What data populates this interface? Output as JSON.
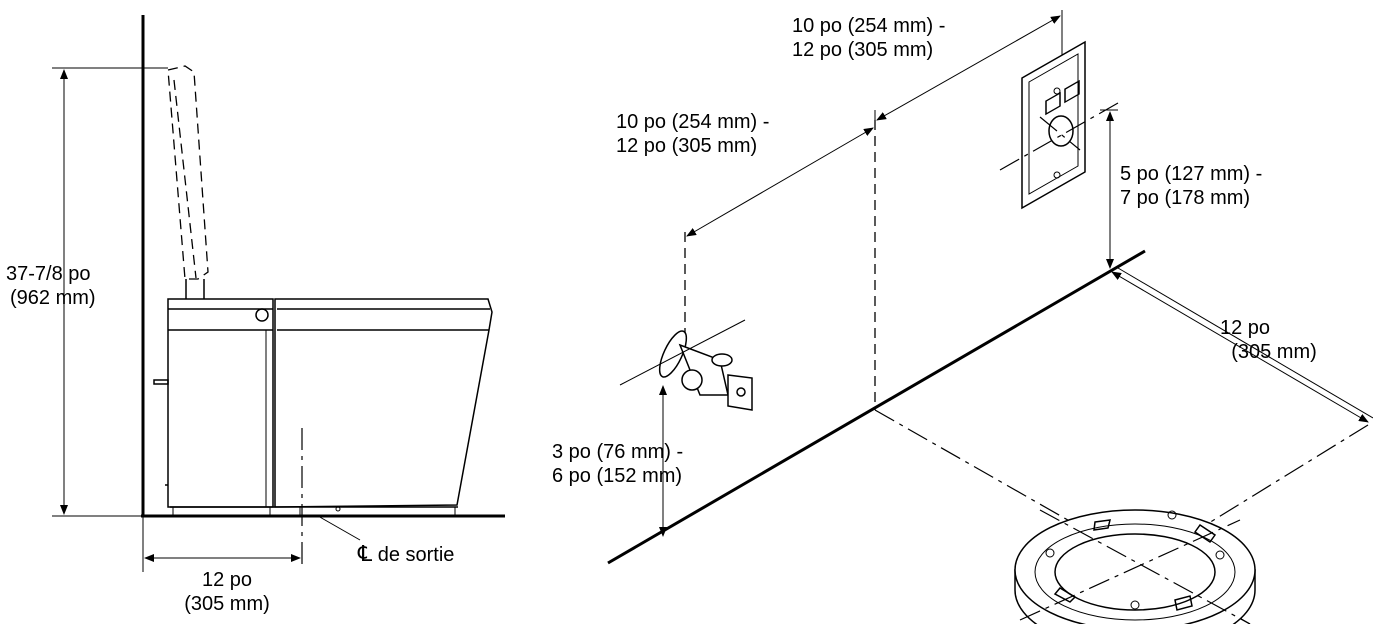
{
  "side_view": {
    "height_label": [
      "37-7/8 po",
      "(962 mm)"
    ],
    "depth_label": [
      "12 po",
      "(305 mm)"
    ],
    "centerline_label": "de sortie",
    "centerline_symbol": "℄"
  },
  "iso_view": {
    "outlet_spacing_label": [
      "10 po (254 mm) -",
      "12 po (305 mm)"
    ],
    "supply_spacing_label": [
      "10 po (254 mm) -",
      "12 po (305 mm)"
    ],
    "outlet_height_label": [
      "5 po (127 mm) -",
      "7 po (178 mm)"
    ],
    "flange_distance_label": [
      "12 po",
      "(305 mm)"
    ],
    "supply_height_label": [
      "3 po (76 mm) -",
      "6 po (152 mm)"
    ]
  }
}
